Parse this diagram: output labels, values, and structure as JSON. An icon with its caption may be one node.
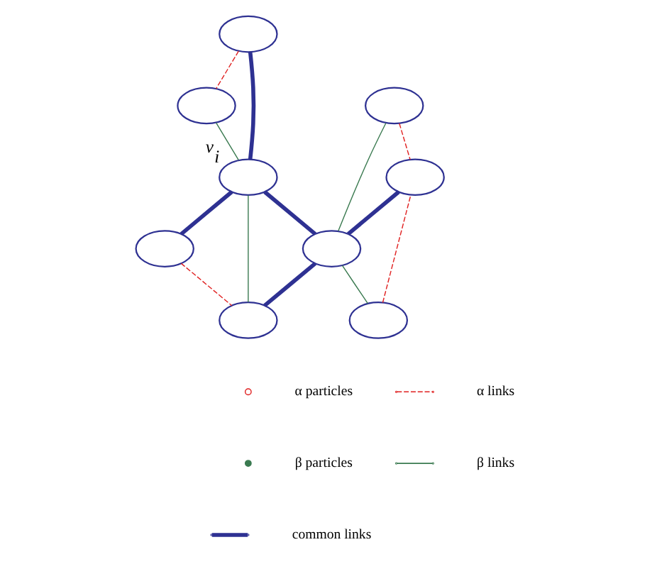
{
  "diagram": {
    "nodes": [
      {
        "text": [],
        "shape": "ellipse"
      },
      {
        "text": [],
        "shape": "ellipse"
      },
      {
        "text": [],
        "shape": "ellipse",
        "beside": [
          "v$_{i}$"
        ]
      },
      {
        "text": [],
        "shape": "ellipse"
      },
      {
        "text": [],
        "shape": "ellipse"
      },
      {
        "text": [],
        "shape": "ellipse"
      },
      {
        "text": [],
        "shape": "ellipse"
      },
      {
        "text": [],
        "shape": "ellipse"
      },
      {
        "text": [],
        "shape": "ellipse"
      }
    ],
    "edges": [
      {
        "from": 0,
        "to": 1,
        "arrow": "none",
        "style": "dashed",
        "color": "#e02020"
      },
      {
        "from": 0,
        "to": 2,
        "arrow": "none",
        "style": "thick",
        "color": "#2e3192"
      },
      {
        "from": 1,
        "to": 2,
        "arrow": "none",
        "color": "#3a7a50"
      },
      {
        "from": 2,
        "to": 3,
        "arrow": "none",
        "style": "thick",
        "color": "#2e3192"
      },
      {
        "from": 2,
        "to": 4,
        "arrow": "none",
        "color": "#3a7a50"
      },
      {
        "from": 2,
        "to": 5,
        "arrow": "none",
        "style": "thick",
        "color": "#2e3192"
      },
      {
        "from": 3,
        "to": 4,
        "arrow": "none",
        "style": "dashed",
        "color": "#e02020"
      },
      {
        "from": 4,
        "to": 5,
        "arrow": "none",
        "style": "thick",
        "color": "#2e3192"
      },
      {
        "from": 5,
        "to": 6,
        "arrow": "none",
        "color": "#3a7a50"
      },
      {
        "from": 6,
        "to": 7,
        "arrow": "none",
        "style": "dashed",
        "color": "#e02020"
      },
      {
        "from": 5,
        "to": 7,
        "arrow": "none",
        "style": "thick",
        "color": "#2e3192"
      },
      {
        "from": 5,
        "to": 8,
        "arrow": "none",
        "color": "#3a7a50"
      },
      {
        "from": 8,
        "to": 7,
        "arrow": "none",
        "style": "dashed",
        "color": "#e02020"
      }
    ],
    "legend": [
      {
        "text": "α particles"
      },
      {
        "text": "β particles"
      },
      {
        "text": "α links"
      },
      {
        "text": "β links"
      },
      {
        "text": "common links"
      }
    ]
  }
}
